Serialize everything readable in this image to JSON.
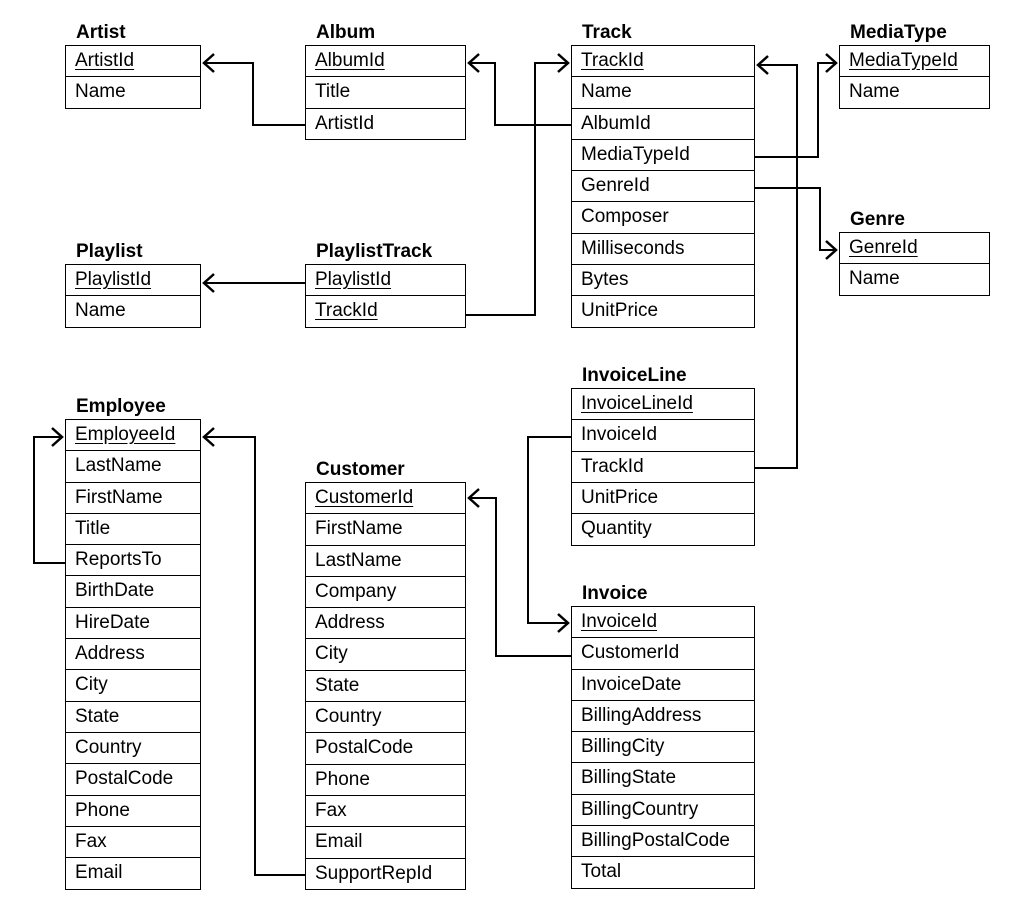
{
  "tables": {
    "artist": {
      "title": "Artist",
      "fields": [
        "ArtistId",
        "Name"
      ],
      "pk": [
        0
      ]
    },
    "album": {
      "title": "Album",
      "fields": [
        "AlbumId",
        "Title",
        "ArtistId"
      ],
      "pk": [
        0
      ]
    },
    "track": {
      "title": "Track",
      "fields": [
        "TrackId",
        "Name",
        "AlbumId",
        "MediaTypeId",
        "GenreId",
        "Composer",
        "Milliseconds",
        "Bytes",
        "UnitPrice"
      ],
      "pk": [
        0
      ]
    },
    "mediatype": {
      "title": "MediaType",
      "fields": [
        "MediaTypeId",
        "Name"
      ],
      "pk": [
        0
      ]
    },
    "genre": {
      "title": "Genre",
      "fields": [
        "GenreId",
        "Name"
      ],
      "pk": [
        0
      ]
    },
    "playlist": {
      "title": "Playlist",
      "fields": [
        "PlaylistId",
        "Name"
      ],
      "pk": [
        0
      ]
    },
    "playlisttrack": {
      "title": "PlaylistTrack",
      "fields": [
        "PlaylistId",
        "TrackId"
      ],
      "pk": [
        0,
        1
      ]
    },
    "invoiceline": {
      "title": "InvoiceLine",
      "fields": [
        "InvoiceLineId",
        "InvoiceId",
        "TrackId",
        "UnitPrice",
        "Quantity"
      ],
      "pk": [
        0
      ]
    },
    "employee": {
      "title": "Employee",
      "fields": [
        "EmployeeId",
        "LastName",
        "FirstName",
        "Title",
        "ReportsTo",
        "BirthDate",
        "HireDate",
        "Address",
        "City",
        "State",
        "Country",
        "PostalCode",
        "Phone",
        "Fax",
        "Email"
      ],
      "pk": [
        0
      ]
    },
    "customer": {
      "title": "Customer",
      "fields": [
        "CustomerId",
        "FirstName",
        "LastName",
        "Company",
        "Address",
        "City",
        "State",
        "Country",
        "PostalCode",
        "Phone",
        "Fax",
        "Email",
        "SupportRepId"
      ],
      "pk": [
        0
      ]
    },
    "invoice": {
      "title": "Invoice",
      "fields": [
        "InvoiceId",
        "CustomerId",
        "InvoiceDate",
        "BillingAddress",
        "BillingCity",
        "BillingState",
        "BillingCountry",
        "BillingPostalCode",
        "Total"
      ],
      "pk": [
        0
      ]
    }
  },
  "relationships": [
    {
      "from": "album.ArtistId",
      "to": "artist.ArtistId"
    },
    {
      "from": "track.AlbumId",
      "to": "album.AlbumId"
    },
    {
      "from": "track.MediaTypeId",
      "to": "mediatype.MediaTypeId"
    },
    {
      "from": "track.GenreId",
      "to": "genre.GenreId"
    },
    {
      "from": "playlisttrack.PlaylistId",
      "to": "playlist.PlaylistId"
    },
    {
      "from": "playlisttrack.TrackId",
      "to": "track.TrackId"
    },
    {
      "from": "invoiceline.TrackId",
      "to": "track.TrackId"
    },
    {
      "from": "invoiceline.InvoiceId",
      "to": "invoice.InvoiceId"
    },
    {
      "from": "invoice.CustomerId",
      "to": "customer.CustomerId"
    },
    {
      "from": "customer.SupportRepId",
      "to": "employee.EmployeeId"
    },
    {
      "from": "employee.ReportsTo",
      "to": "employee.EmployeeId"
    }
  ]
}
